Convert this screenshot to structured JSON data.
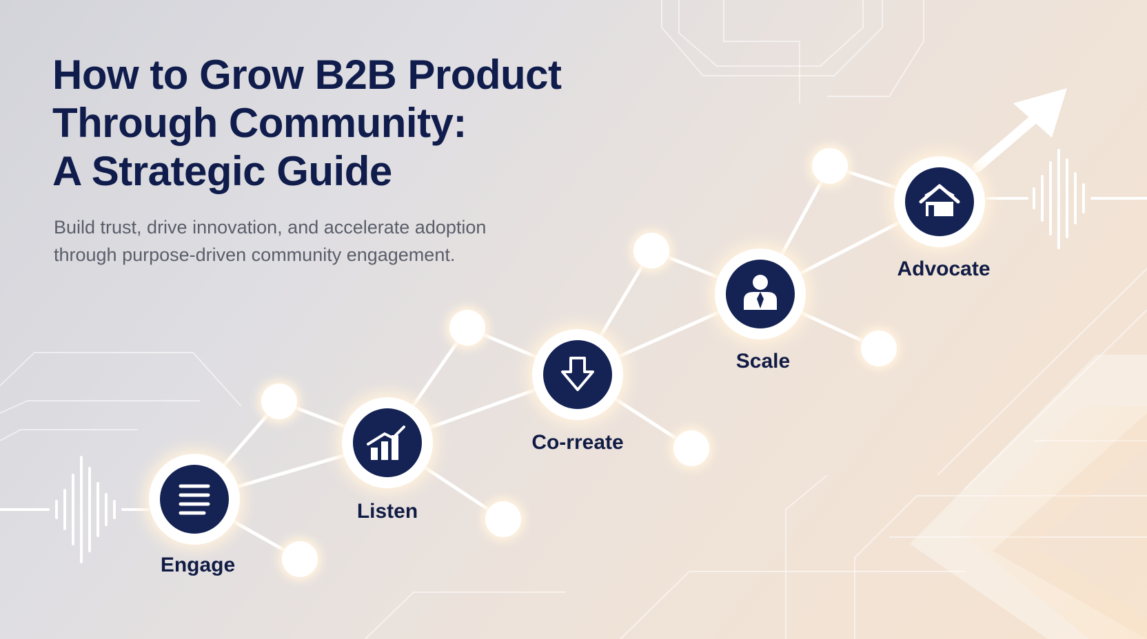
{
  "header": {
    "title_lines": [
      "How to Grow B2B Product",
      "Through Community:",
      "A Strategic Guide"
    ],
    "subtitle_lines": [
      "Build trust, drive innovation, and accelerate adoption",
      "through purpose-driven community engagement."
    ]
  },
  "stages": [
    {
      "label": "Engage",
      "icon": "document-lines-icon"
    },
    {
      "label": "Listen",
      "icon": "bar-chart-icon"
    },
    {
      "label": "Co-rreate",
      "icon": "down-arrow-icon"
    },
    {
      "label": "Scale",
      "icon": "person-icon"
    },
    {
      "label": "Advocate",
      "icon": "house-icon"
    }
  ],
  "colors": {
    "navy": "#101d4c",
    "node_fill": "#142254",
    "glow": "#fff4e4",
    "line": "#ffffff"
  }
}
